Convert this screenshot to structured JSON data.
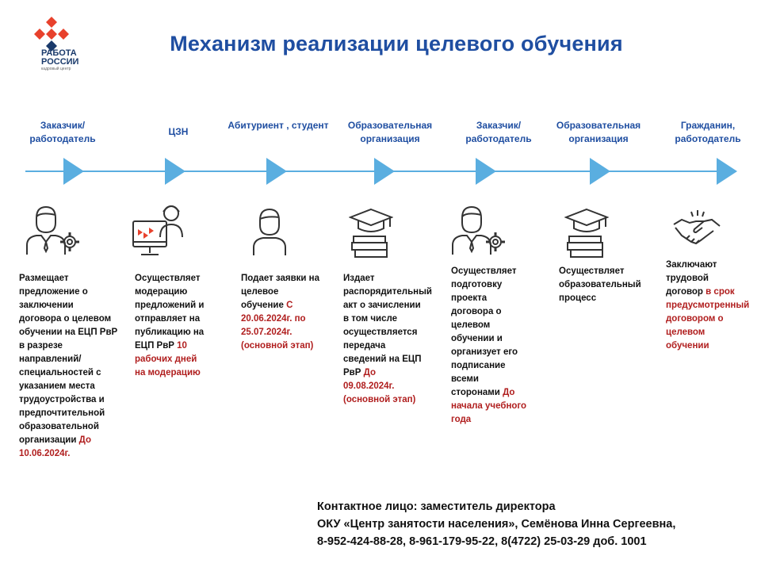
{
  "logo": {
    "line1": "РАБОТА",
    "line2": "РОССИИ",
    "sub": "кадровый центр"
  },
  "title": "Механизм реализации целевого обучения",
  "steps": [
    {
      "head": "Заказчик/ работодатель",
      "icon": "employer-icon",
      "text": "Размещает предложение о заключении договора о целевом обучении на ЕЦП РвР в разрезе направлений/ специальностей с указанием места трудоустройства и предпочтительной образовательной организации",
      "red": "До 10.06.2024г."
    },
    {
      "head": "ЦЗН",
      "icon": "computer-operator-icon",
      "text": "Осуществляет модерацию предложений и отправляет на публикацию на ЕЦП РвР",
      "red": "10 рабочих дней на модерацию"
    },
    {
      "head": "Абитуриент , студент",
      "icon": "student-icon",
      "text": "Подает заявки на целевое обучение",
      "red": "С 20.06.2024г. по 25.07.2024г. (основной этап)"
    },
    {
      "head": "Образовательная организация",
      "icon": "graduation-books-icon",
      "text": "Издает распорядительный акт о зачислении в том числе осуществляется передача сведений на ЕЦП РвР",
      "red": "До 09.08.2024г. (основной этап)"
    },
    {
      "head": "Заказчик/ работодатель",
      "icon": "employer-icon",
      "text": "Осуществляет подготовку проекта договора о целевом обучении и организует его подписание всеми сторонами",
      "red": "До начала учебного года"
    },
    {
      "head": "Образовательная организация",
      "icon": "graduation-books-icon",
      "text": "Осуществляет образовательный процесс",
      "red": ""
    },
    {
      "head": "Гражданин, работодатель",
      "icon": "handshake-icon",
      "text": "Заключают трудовой договор",
      "red": "в срок предусмотренный договором о целевом обучении"
    }
  ],
  "contact": {
    "line1": "Контактное лицо: заместитель директора",
    "line2": "ОКУ «Центр занятости населения», Семёнова Инна Сергеевна,",
    "line3": "8-952-424-88-28, 8-961-179-95-22, 8(4722) 25-03-29 доб. 1001"
  },
  "colors": {
    "accent": "#1f4ea1",
    "arrow": "#5aaee0",
    "red": "#b01e1e",
    "logo": "#e8412c"
  }
}
